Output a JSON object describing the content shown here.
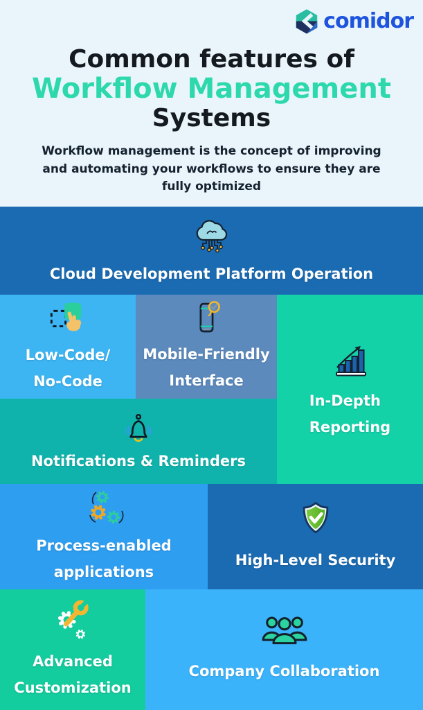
{
  "logo": {
    "text": "comidor",
    "brand_blue": "#1e53dd",
    "hex_teal": "#2abda2",
    "hex_navy": "#1d2f5f",
    "hex_blue": "#2f66c9"
  },
  "header": {
    "background": "#e9f5fb",
    "text_color": "#141a1f",
    "accent_color": "#2cd8ac",
    "title_lines": [
      "Common features of",
      "Workflow Management",
      "Systems"
    ],
    "subtitle_lines": [
      "Workflow management is the concept of improving",
      "and automating your workflows to ensure they are",
      "fully optimized"
    ]
  },
  "tiles": [
    {
      "name": "cloud-development-platform-operation",
      "lines": [
        "Cloud Development Platform Operation"
      ],
      "icon": "cloud-circuit-icon",
      "bg": "#1b6bb2"
    },
    {
      "name": "low-code-no-code",
      "lines": [
        "Low-Code/",
        "No-Code"
      ],
      "icon": "click-select-icon",
      "bg": "#3cb5f2"
    },
    {
      "name": "mobile-friendly-interface",
      "lines": [
        "Mobile-Friendly",
        "Interface"
      ],
      "icon": "mobile-check-icon",
      "bg": "#5c8abc"
    },
    {
      "name": "in-depth-reporting",
      "lines": [
        "In-Depth",
        "Reporting"
      ],
      "icon": "growth-chart-icon",
      "bg": "#13d2a8"
    },
    {
      "name": "notifications-reminders",
      "lines": [
        "Notifications & Reminders"
      ],
      "icon": "bell-icon",
      "bg": "#0fb3ab"
    },
    {
      "name": "process-enabled-applications",
      "lines": [
        "Process-enabled",
        "applications"
      ],
      "icon": "gears-icon",
      "bg": "#2e9ef1"
    },
    {
      "name": "high-level-security",
      "lines": [
        "High-Level Security"
      ],
      "icon": "shield-check-icon",
      "bg": "#1b6bb2"
    },
    {
      "name": "advanced-customization",
      "lines": [
        "Advanced",
        "Customization"
      ],
      "icon": "wrench-gear-icon",
      "bg": "#14cd9e"
    },
    {
      "name": "company-collaboration",
      "lines": [
        "Company Collaboration"
      ],
      "icon": "people-icon",
      "bg": "#3bb3fa"
    }
  ]
}
